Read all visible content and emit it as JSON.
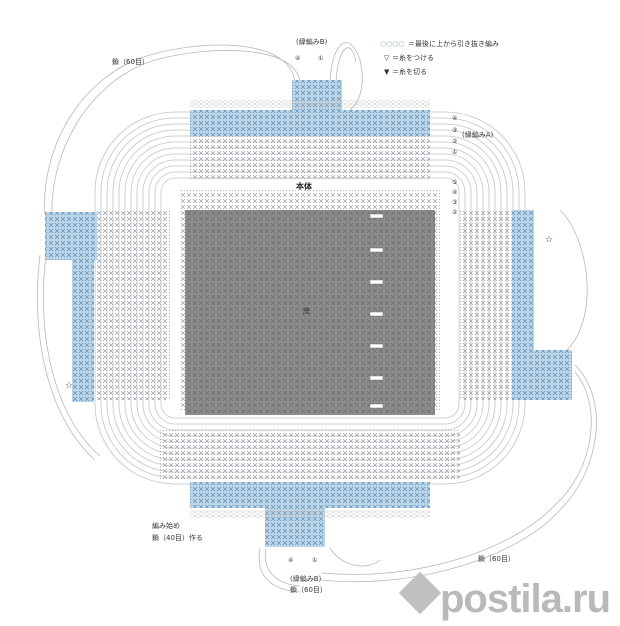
{
  "diagram": {
    "body_label": "本体",
    "center_label": "底",
    "edging_a_label": "(縁編みA)",
    "edging_b_label": "(縁編みB)",
    "chain_60_label": "鎖（60目）",
    "start_label_line1": "編み始め",
    "start_label_line2": "鎖（40目）作る",
    "row_numbers": [
      "④",
      "③",
      "②",
      "①",
      "⑤",
      "④",
      "③",
      "②",
      "①"
    ],
    "b_numbers": [
      "④",
      "①"
    ],
    "star": "☆"
  },
  "legend": {
    "items": [
      {
        "symbol": "○○○○",
        "text": "＝最後に上から引き抜き編み"
      },
      {
        "symbol": "▽",
        "text": "＝糸をつける"
      },
      {
        "symbol": "▼",
        "text": "＝糸を切る"
      }
    ]
  },
  "watermark": {
    "text": "postila.ru"
  },
  "colors": {
    "blue_fill": "#bcd5e8",
    "blue_x": "#5f8fb4",
    "grey_x": "#9aa0a8",
    "dark_fill": "#8c8c8c",
    "line": "#b5b5b5"
  }
}
